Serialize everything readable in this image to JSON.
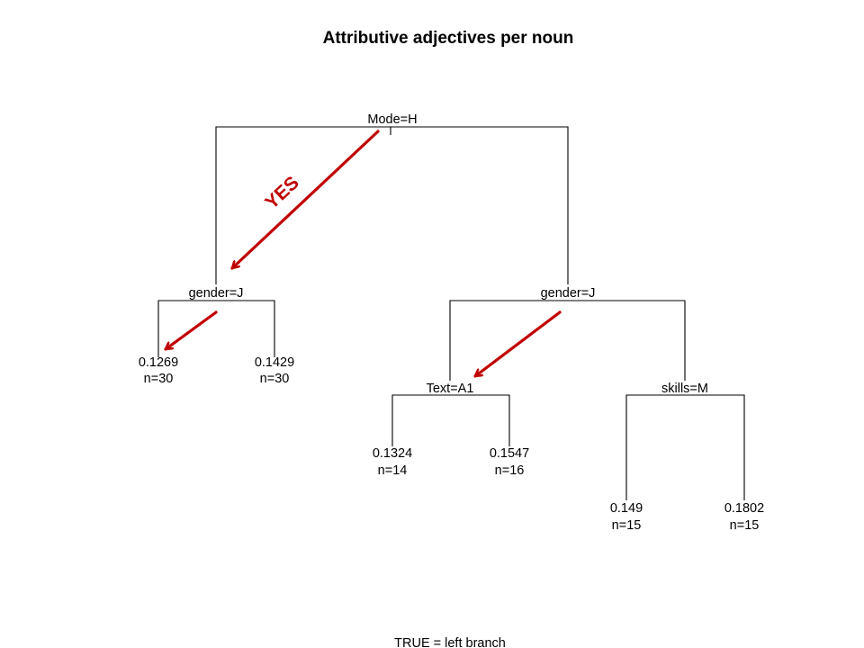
{
  "title": "Attributive adjectives per noun",
  "footer": "TRUE = left branch",
  "annotation": {
    "label": "YES",
    "color": "#c00000"
  },
  "splits": {
    "root": "Mode=H",
    "left": "gender=J",
    "right": "gender=J",
    "right_left": "Text=A1",
    "right_right": "skills=M"
  },
  "leaves": [
    {
      "value": "0.1269",
      "n": "n=30"
    },
    {
      "value": "0.1429",
      "n": "n=30"
    },
    {
      "value": "0.1324",
      "n": "n=14"
    },
    {
      "value": "0.1547",
      "n": "n=16"
    },
    {
      "value": "0.149",
      "n": "n=15"
    },
    {
      "value": "0.1802",
      "n": "n=15"
    }
  ]
}
